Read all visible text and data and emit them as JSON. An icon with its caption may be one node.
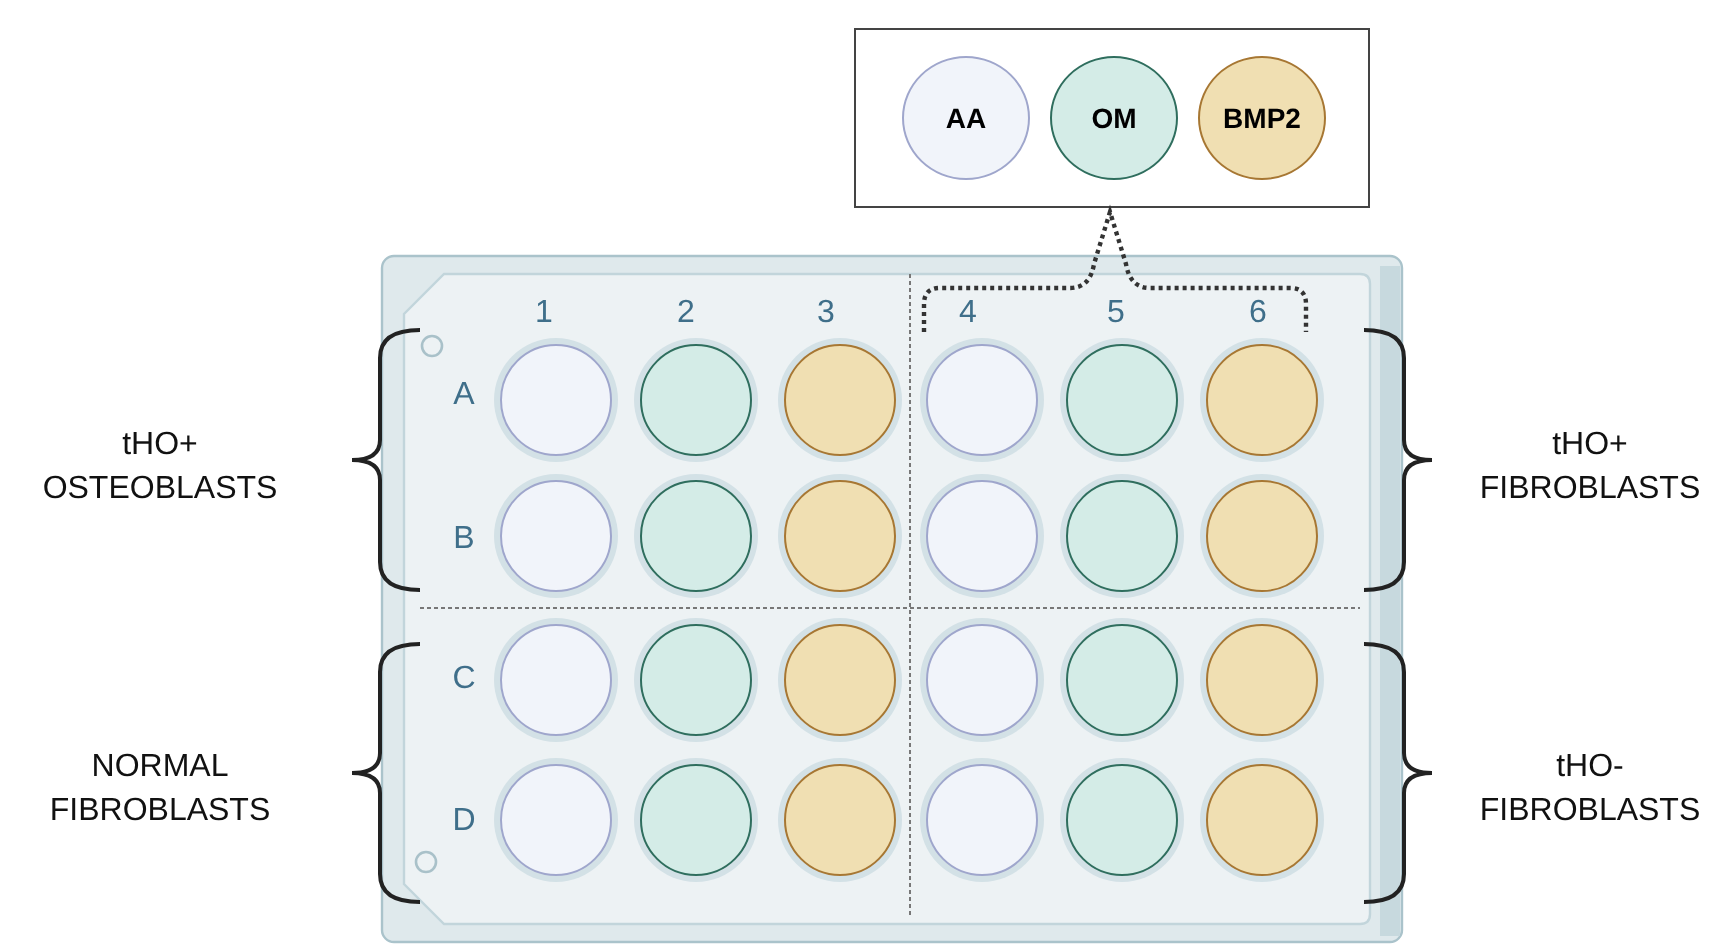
{
  "diagram": {
    "nodes": [
      {
        "text": [],
        "shape": "box"
      },
      {
        "text": [
          "AA"
        ],
        "in": 0
      },
      {
        "text": [
          "OM"
        ],
        "in": 0
      },
      {
        "text": [
          "BMP2"
        ],
        "in": 0
      },
      {
        "text": [],
        "shape": "box"
      },
      {
        "text": [],
        "shape": "circle",
        "in": 4
      },
      {
        "text": [],
        "shape": "circle",
        "in": 4
      },
      {
        "text": [],
        "shape": "circle",
        "in": 4
      },
      {
        "text": [],
        "shape": "circle",
        "in": 4
      },
      {
        "text": [],
        "shape": "circle",
        "in": 4
      },
      {
        "text": [],
        "shape": "circle",
        "in": 4
      },
      {
        "text": [],
        "shape": "circle",
        "in": 4
      },
      {
        "text": [],
        "shape": "circle",
        "in": 4
      },
      {
        "text": [],
        "shape": "circle",
        "in": 4
      },
      {
        "text": [],
        "shape": "circle",
        "in": 4
      },
      {
        "text": [],
        "shape": "circle",
        "in": 4
      },
      {
        "text": [],
        "shape": "circle",
        "in": 4
      },
      {
        "text": [],
        "shape": "circle",
        "in": 4
      },
      {
        "text": [],
        "shape": "circle",
        "in": 4
      },
      {
        "text": [],
        "shape": "circle",
        "in": 4
      },
      {
        "text": [],
        "shape": "circle",
        "in": 4
      },
      {
        "text": [],
        "shape": "circle",
        "in": 4
      },
      {
        "text": [],
        "shape": "circle",
        "in": 4
      },
      {
        "text": [],
        "shape": "circle",
        "in": 4
      },
      {
        "text": [],
        "shape": "circle",
        "in": 4
      },
      {
        "text": [],
        "shape": "circle",
        "in": 4
      },
      {
        "text": [],
        "shape": "circle",
        "in": 4
      },
      {
        "text": [],
        "shape": "circle",
        "in": 4
      },
      {
        "text": [],
        "shape": "circle",
        "in": 4
      }
    ],
    "labels": [
      "1",
      "2",
      "3",
      "4",
      "5",
      "6",
      "A",
      "tHO+ OSTEOBLASTS",
      "tHO+ FIBROBLASTS",
      "B",
      "C",
      "NORMAL FIBROBLASTS",
      "tHO- FIBROBLASTS",
      "D"
    ]
  }
}
